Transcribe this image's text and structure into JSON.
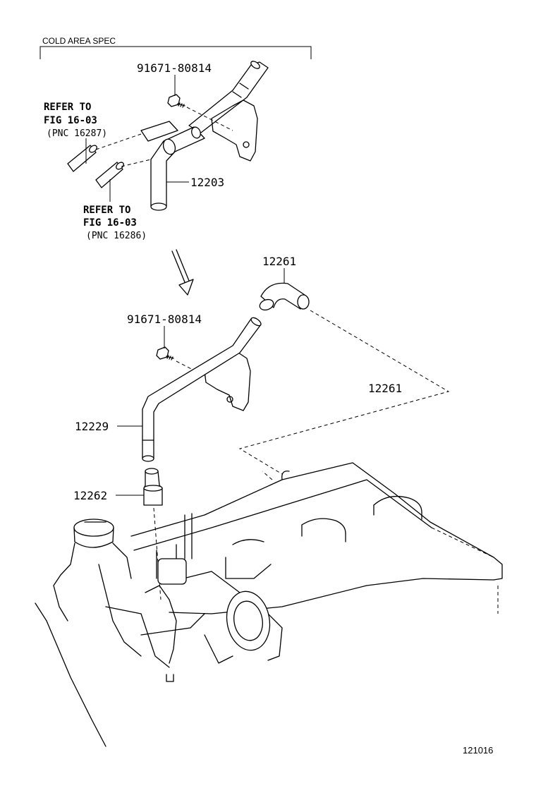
{
  "header": {
    "spec_label": "COLD AREA SPEC"
  },
  "callouts": {
    "bolt_top": "91671-80814",
    "refer_top": {
      "line1": "REFER TO",
      "line2": "FIG 16-03",
      "line3": "(PNC 16287)"
    },
    "refer_bottom": {
      "line1": "REFER TO",
      "line2": "FIG 16-03",
      "line3": "(PNC 16286)"
    },
    "pipe_top": "12203",
    "hose_top": "12261",
    "bolt_bottom": "91671-80814",
    "hose_right": "12261",
    "pipe_bottom": "12229",
    "grommet": "12262"
  },
  "footer": {
    "figure_id": "121016"
  }
}
